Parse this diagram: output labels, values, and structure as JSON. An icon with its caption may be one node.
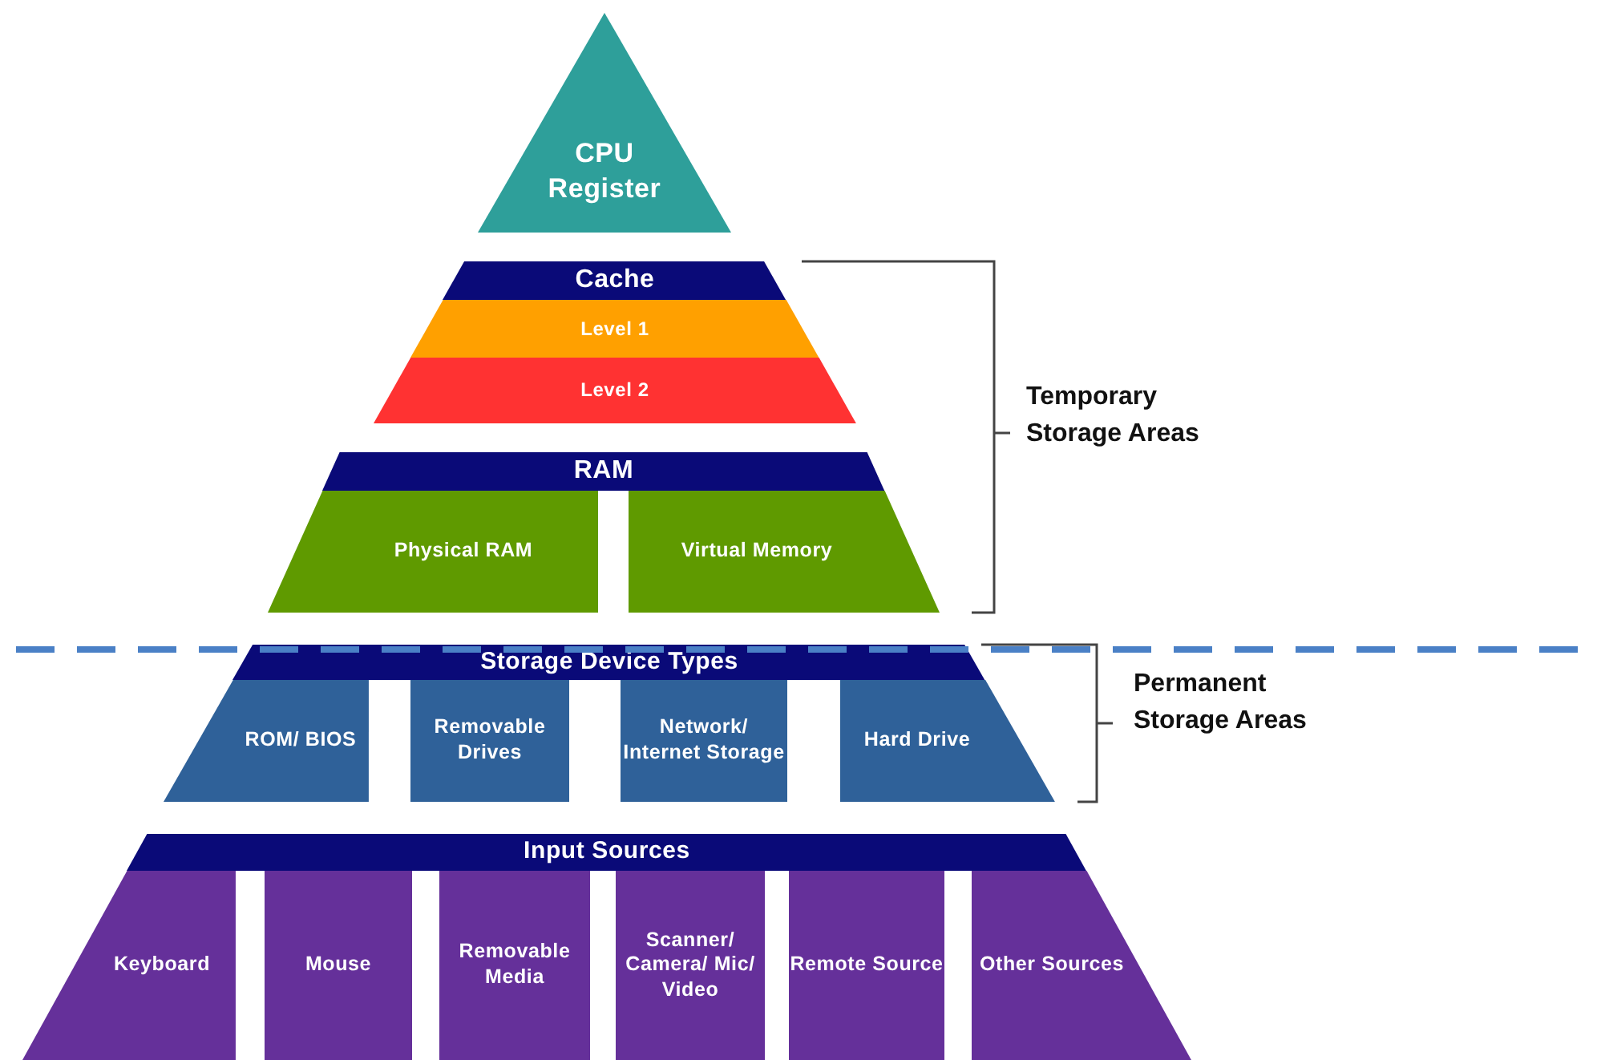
{
  "diagram": {
    "nodes": [
      {
        "text": [
          "CPU Register"
        ]
      },
      {
        "text": [
          "Cache"
        ]
      },
      {
        "text": [
          "Level 1"
        ]
      },
      {
        "text": [
          "Level 2"
        ]
      },
      {
        "text": [
          "RAM"
        ]
      },
      {
        "text": [
          "Physical RAM"
        ]
      },
      {
        "text": [
          "Virtual Memory"
        ]
      },
      {
        "text": [
          "Storage Device Types"
        ]
      },
      {
        "text": [
          "ROM/ BIOS"
        ]
      },
      {
        "text": [
          "Removable Drives"
        ]
      },
      {
        "text": [
          "Network/ Internet Storage"
        ]
      },
      {
        "text": [
          "Hard Drive"
        ]
      },
      {
        "text": [
          "Input Sources"
        ]
      },
      {
        "text": [
          "Keyboard"
        ]
      },
      {
        "text": [
          "Mouse"
        ]
      },
      {
        "text": [
          "Removable Media"
        ]
      },
      {
        "text": [
          "Scanner/ Camera/ Mic/ Video"
        ]
      },
      {
        "text": [
          "Remote Source"
        ]
      },
      {
        "text": [
          "Other Sources"
        ]
      }
    ],
    "labels": [
      "Temporary Storage Areas",
      "Permanent Storage Areas"
    ]
  }
}
